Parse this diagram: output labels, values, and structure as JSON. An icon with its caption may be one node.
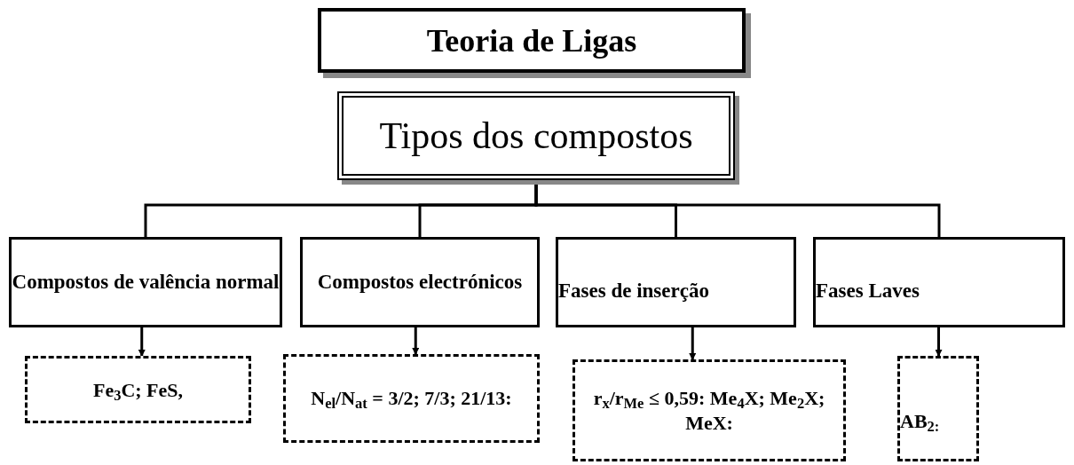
{
  "diagram": {
    "nodes": [
      {
        "text": [
          "Teoria de Ligas"
        ]
      },
      {
        "text": [
          "Tipos dos compostos"
        ]
      },
      {
        "text": [
          "Compostos de valência normal"
        ]
      },
      {
        "text": [
          "Compostos electrónicos"
        ]
      },
      {
        "text": [
          "Fases de inserção"
        ]
      },
      {
        "text": [
          "Fases Laves"
        ]
      },
      {
        "text": [
          "Fe$_{3}$C; FeS,"
        ]
      },
      {
        "text": [
          "N$_{el}$/N$_{at}$ = 3/2; 7/3; 21/13:"
        ]
      },
      {
        "text": [
          "r$_{x}$/r$_{Me}$ ≤ 0,59: Me$_{4}$X; Me$_{2}$X; MeX:"
        ]
      },
      {
        "text": [
          "AB$_{2:}$"
        ]
      }
    ],
    "edges": [
      {
        "from": 1,
        "to": 2,
        "arrow": "none"
      },
      {
        "from": 1,
        "to": 3,
        "arrow": "none"
      },
      {
        "from": 1,
        "to": 4,
        "arrow": "none"
      },
      {
        "from": 1,
        "to": 5,
        "arrow": "none"
      },
      {
        "from": 2,
        "to": 6,
        "arrow": "to"
      },
      {
        "from": 3,
        "to": 7,
        "arrow": "to"
      },
      {
        "from": 4,
        "to": 8,
        "arrow": "to"
      },
      {
        "from": 5,
        "to": 9,
        "arrow": "to"
      }
    ]
  }
}
